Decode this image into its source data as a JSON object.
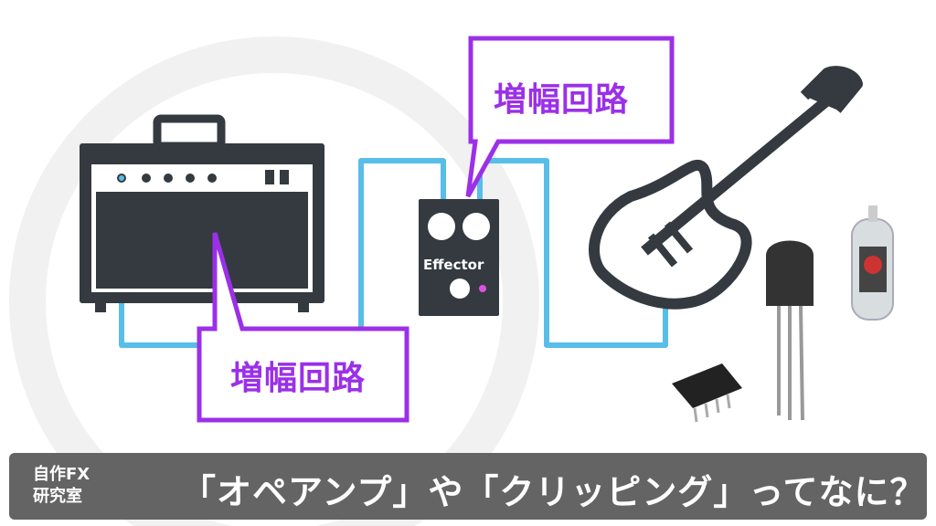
{
  "callouts": [
    {
      "label": "増幅回路"
    },
    {
      "label": "増幅回路"
    }
  ],
  "pedal": {
    "label": "Effector"
  },
  "footer": {
    "logo_line1": "自作FX",
    "logo_line2": "研究室",
    "title": "「オペアンプ」や「クリッピング」ってなに？"
  },
  "colors": {
    "cable": "#58bde9",
    "callout": "#9b30e8",
    "dark": "#343a40",
    "footer": "#646464"
  }
}
